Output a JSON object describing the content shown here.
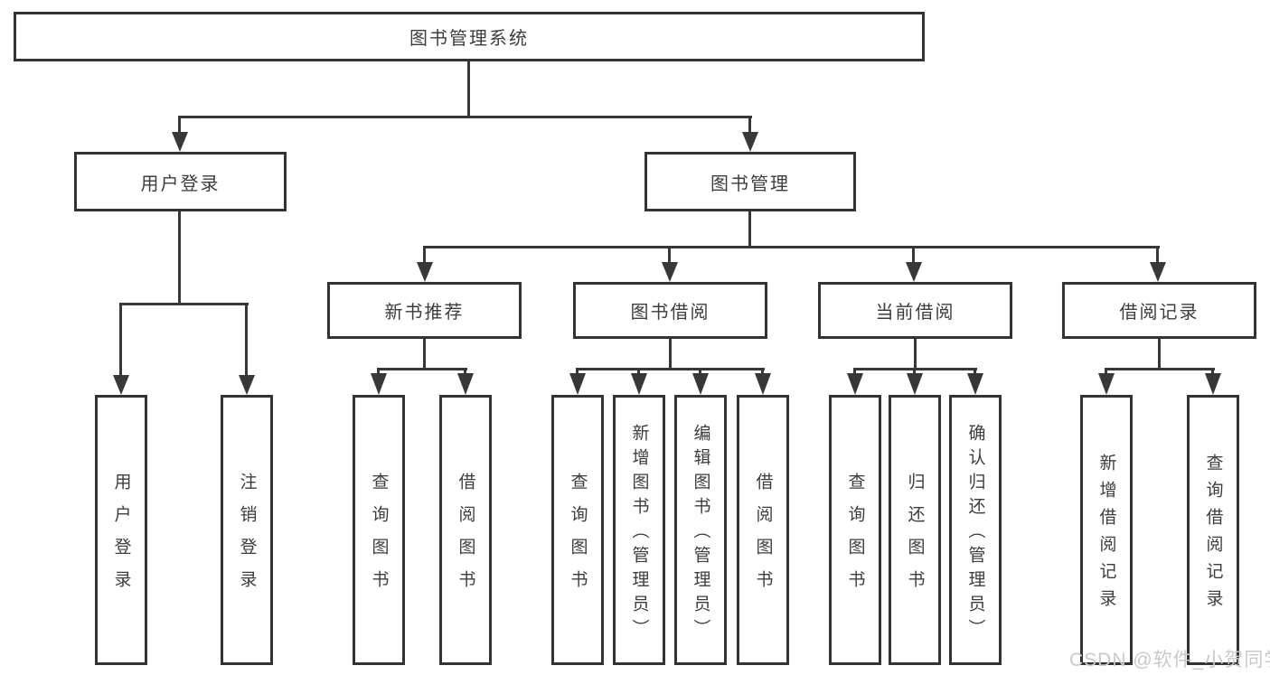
{
  "watermark": "CSDN @软件_小贺同学",
  "colors": {
    "line": "#383838",
    "box_border": "#333333",
    "text": "#3d3d3d",
    "watermark": "#c9c9c9",
    "background": "#ffffff"
  },
  "root": {
    "label": "图书管理系统"
  },
  "user_login": {
    "label": "用户登录",
    "children": [
      {
        "label": "用户登录"
      },
      {
        "label": "注销登录"
      }
    ]
  },
  "book_mgmt": {
    "label": "图书管理",
    "children": [
      {
        "label": "新书推荐",
        "children": [
          {
            "label": "查询图书"
          },
          {
            "label": "借阅图书"
          }
        ]
      },
      {
        "label": "图书借阅",
        "children": [
          {
            "label": "查询图书"
          },
          {
            "label": "新增图书（管理员）"
          },
          {
            "label": "编辑图书（管理员）"
          },
          {
            "label": "借阅图书"
          }
        ]
      },
      {
        "label": "当前借阅",
        "children": [
          {
            "label": "查询图书"
          },
          {
            "label": "归还图书"
          },
          {
            "label": "确认归还（管理员）"
          }
        ]
      },
      {
        "label": "借阅记录",
        "children": [
          {
            "label": "新增借阅记录"
          },
          {
            "label": "查询借阅记录"
          }
        ]
      }
    ]
  }
}
